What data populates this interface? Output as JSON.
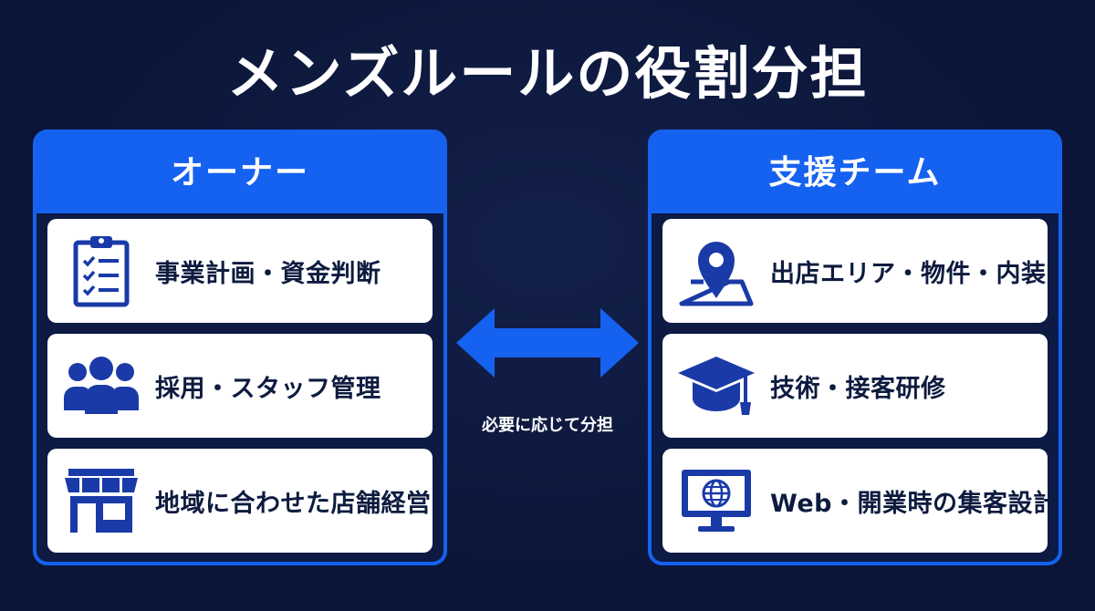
{
  "title": "メンズルールの役割分担",
  "colors": {
    "background": "#0b1538",
    "accent": "#1662f0",
    "card": "#ffffff",
    "icon": "#1a3aa8",
    "text_dark": "#0d1b3f"
  },
  "owner": {
    "header": "オーナー",
    "items": [
      {
        "label": "事業計画・資金判断",
        "icon": "clipboard-checklist-icon"
      },
      {
        "label": "採用・スタッフ管理",
        "icon": "people-group-icon"
      },
      {
        "label": "地域に合わせた店舗経営",
        "icon": "storefront-icon"
      }
    ]
  },
  "support": {
    "header": "支援チーム",
    "items": [
      {
        "label": "出店エリア・物件・内装",
        "icon": "map-pin-icon"
      },
      {
        "label": "技術・接客研修",
        "icon": "graduation-cap-icon"
      },
      {
        "label": "Web・開業時の集客設計",
        "icon": "monitor-globe-icon"
      }
    ]
  },
  "middle": {
    "caption": "必要に応じて分担",
    "icon": "double-arrow-icon"
  }
}
